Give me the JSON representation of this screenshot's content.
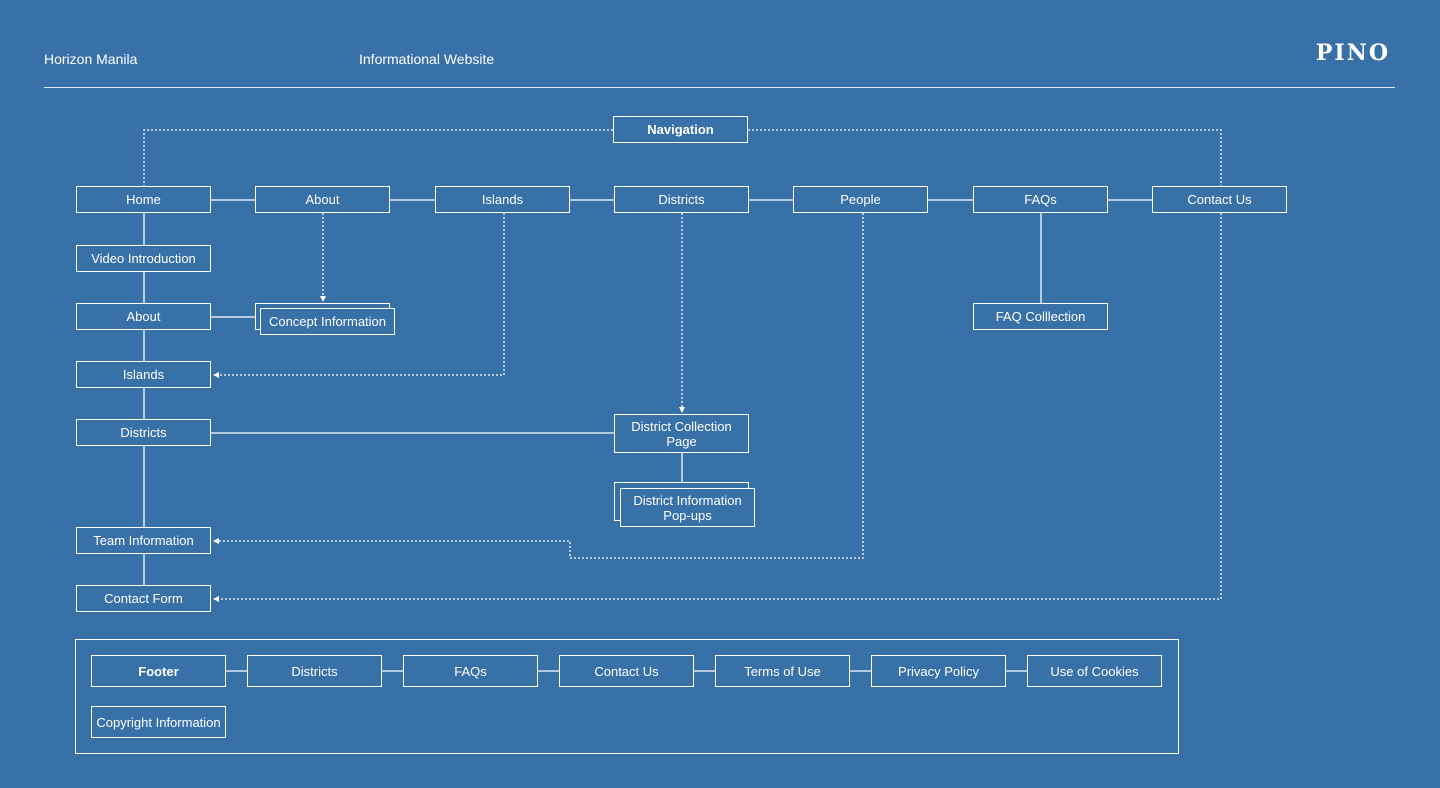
{
  "header": {
    "project": "Horizon Manila",
    "type": "Informational Website",
    "logo": "PINO"
  },
  "navigation": {
    "title": "Navigation",
    "items": [
      "Home",
      "About",
      "Islands",
      "Districts",
      "People",
      "FAQs",
      "Contact Us"
    ]
  },
  "home_sections": [
    "Video Introduction",
    "About",
    "Islands",
    "Districts",
    "Team Information",
    "Contact Form"
  ],
  "subpages": {
    "concept_information": "Concept Information",
    "district_collection": "District Collection Page",
    "district_popups": "District Information Pop-ups",
    "faq_collection": "FAQ Colllection"
  },
  "footer": {
    "title": "Footer",
    "items": [
      "Districts",
      "FAQs",
      "Contact Us",
      "Terms of Use",
      "Privacy Policy",
      "Use of Cookies"
    ],
    "copyright": "Copyright Information"
  }
}
